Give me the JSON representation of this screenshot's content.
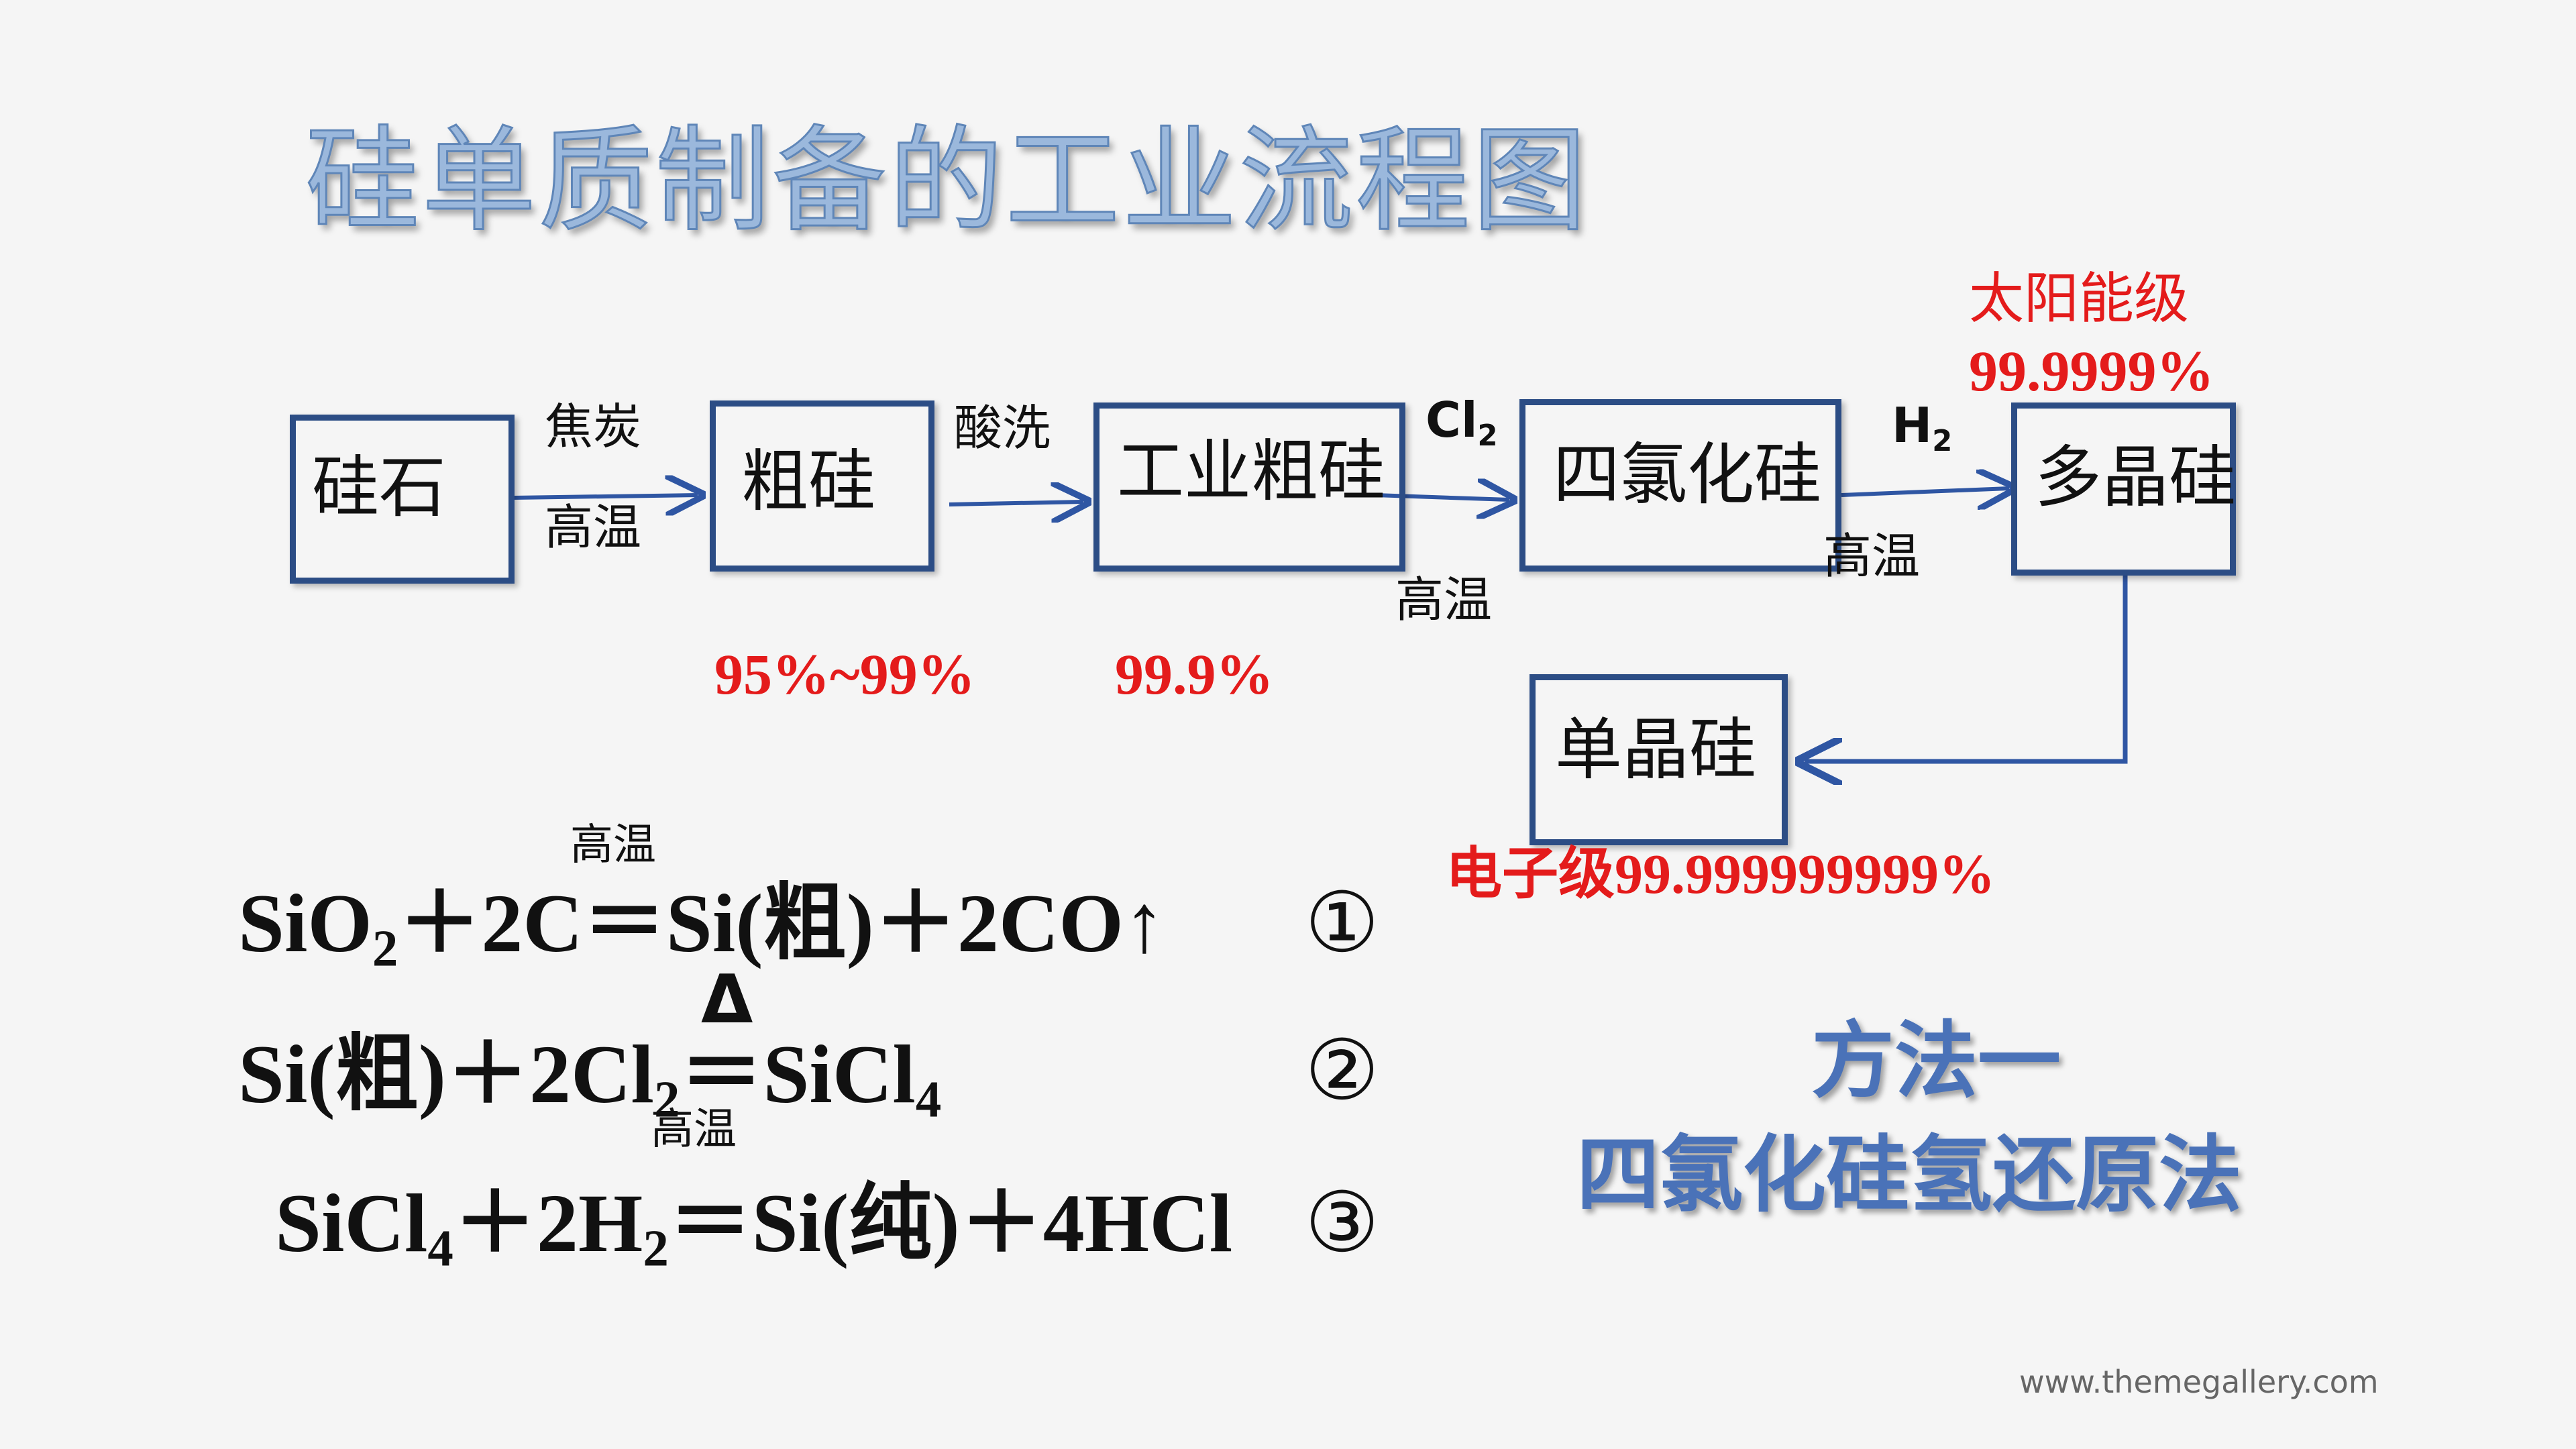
{
  "title": "硅单质制备的工业流程图",
  "flow": {
    "boxes": {
      "silica": "硅石",
      "crude_si": "粗硅",
      "industrial_crude_si": "工业粗硅",
      "sicl4": "四氯化硅",
      "polysilicon": "多晶硅",
      "single_crystal_si": "单晶硅"
    },
    "conditions": {
      "coke": "焦炭",
      "high_temp_1": "高温",
      "acid_wash": "酸洗",
      "cl2": "Cl",
      "cl2_sub": "2",
      "high_temp_2": "高温",
      "h2": "H",
      "h2_sub": "2",
      "high_temp_3": "高温"
    },
    "purity": {
      "crude": "95%~99%",
      "industrial": "99.9%",
      "solar_label": "太阳能级",
      "solar_value": "99.9999%",
      "electronic": "电子级99.999999999%"
    }
  },
  "equations": {
    "eq1_cond": "高温",
    "eq1_left": "SiO",
    "eq1_sub": "2",
    "eq1_right": "＋2C＝Si(粗)＋2CO↑",
    "eq1_num": "①",
    "eq2_cond_top": "Δ",
    "eq2_left": "Si(粗)＋2Cl",
    "eq2_sub": "2",
    "eq2_mid": "＝SiCl",
    "eq2_sub2": "4",
    "eq2_num": "②",
    "eq3_cond": "高温",
    "eq3_a": "SiCl",
    "eq3_sub1": "4",
    "eq3_b": "＋2H",
    "eq3_sub2": "2",
    "eq3_c": "＝Si(纯)＋4HCl",
    "eq3_num": "③"
  },
  "method": {
    "line1": "方法一",
    "line2": "四氯化硅氢还原法"
  },
  "watermark": "www.themegallery.com",
  "colors": {
    "box_border": "#2c4d85",
    "arrow": "#2f56a3",
    "red": "#e41b1b",
    "method_blue": "#4a72b8",
    "title_fill": "#9bb8dc"
  }
}
